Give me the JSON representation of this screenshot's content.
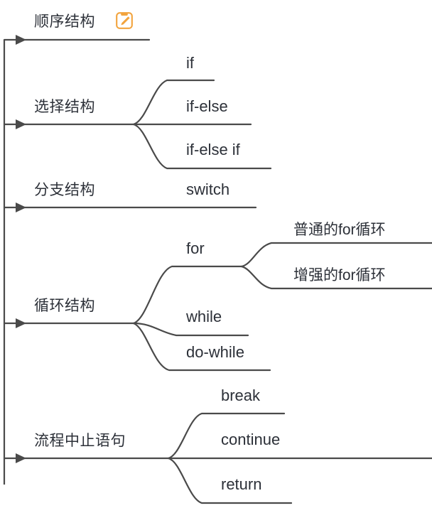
{
  "diagram": {
    "type": "mindmap",
    "title": "",
    "theme": {
      "line_color": "#4a4a4a",
      "text_color": "#2c3038",
      "accent_color": "#f2a33c",
      "background": "#ffffff"
    },
    "icons": {
      "edit_icon_name": "edit-note-icon"
    },
    "branches": [
      {
        "label": "顺序结构",
        "has_edit_icon": true,
        "children": []
      },
      {
        "label": "选择结构",
        "has_edit_icon": false,
        "children": [
          {
            "label": "if",
            "children": []
          },
          {
            "label": "if-else",
            "children": []
          },
          {
            "label": "if-else if",
            "children": []
          }
        ]
      },
      {
        "label": "分支结构",
        "has_edit_icon": false,
        "children": [
          {
            "label": "switch",
            "children": []
          }
        ]
      },
      {
        "label": "循环结构",
        "has_edit_icon": false,
        "children": [
          {
            "label": "for",
            "children": [
              {
                "label": "普通的for循环"
              },
              {
                "label": "增强的for循环"
              }
            ]
          },
          {
            "label": "while",
            "children": []
          },
          {
            "label": "do-while",
            "children": []
          }
        ]
      },
      {
        "label": "流程中止语句",
        "has_edit_icon": false,
        "children": [
          {
            "label": "break",
            "children": []
          },
          {
            "label": "continue",
            "children": []
          },
          {
            "label": "return",
            "children": []
          }
        ]
      }
    ]
  }
}
